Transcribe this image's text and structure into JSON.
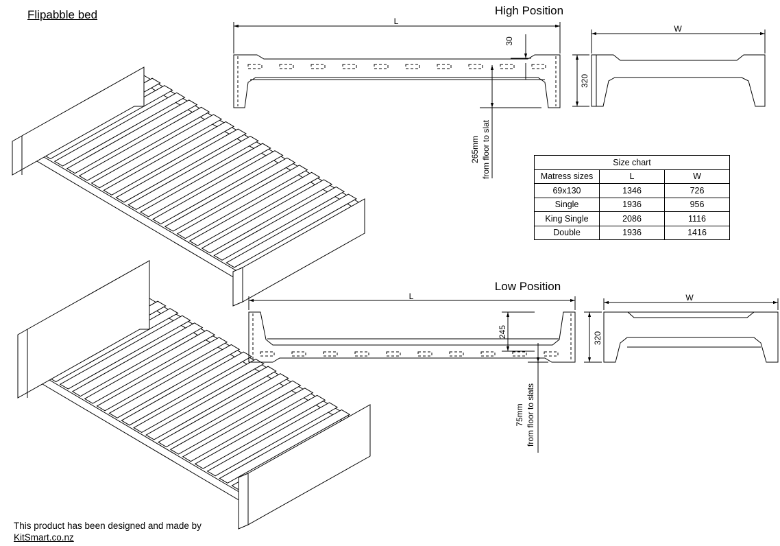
{
  "title": "Flipabble bed",
  "credit": {
    "line1": "This product has been designed and made by",
    "link": "KitSmart.co.nz"
  },
  "high_position": {
    "heading": "High Position",
    "length_label": "L",
    "width_label": "W",
    "top_dim": "30",
    "height_dim": "320",
    "floor_dim_line1": "265mm",
    "floor_dim_line2": "from floor to slat"
  },
  "low_position": {
    "heading": "Low Position",
    "length_label": "L",
    "width_label": "W",
    "top_dim": "245",
    "height_dim": "320",
    "floor_dim_line1": "75mm",
    "floor_dim_line2": "from floor to slats"
  },
  "size_chart": {
    "title": "Size chart",
    "headers": [
      "Matress sizes",
      "L",
      "W"
    ],
    "rows": [
      [
        "69x130",
        "1346",
        "726"
      ],
      [
        "Single",
        "1936",
        "956"
      ],
      [
        "King Single",
        "2086",
        "1116"
      ],
      [
        "Double",
        "1936",
        "1416"
      ]
    ]
  }
}
